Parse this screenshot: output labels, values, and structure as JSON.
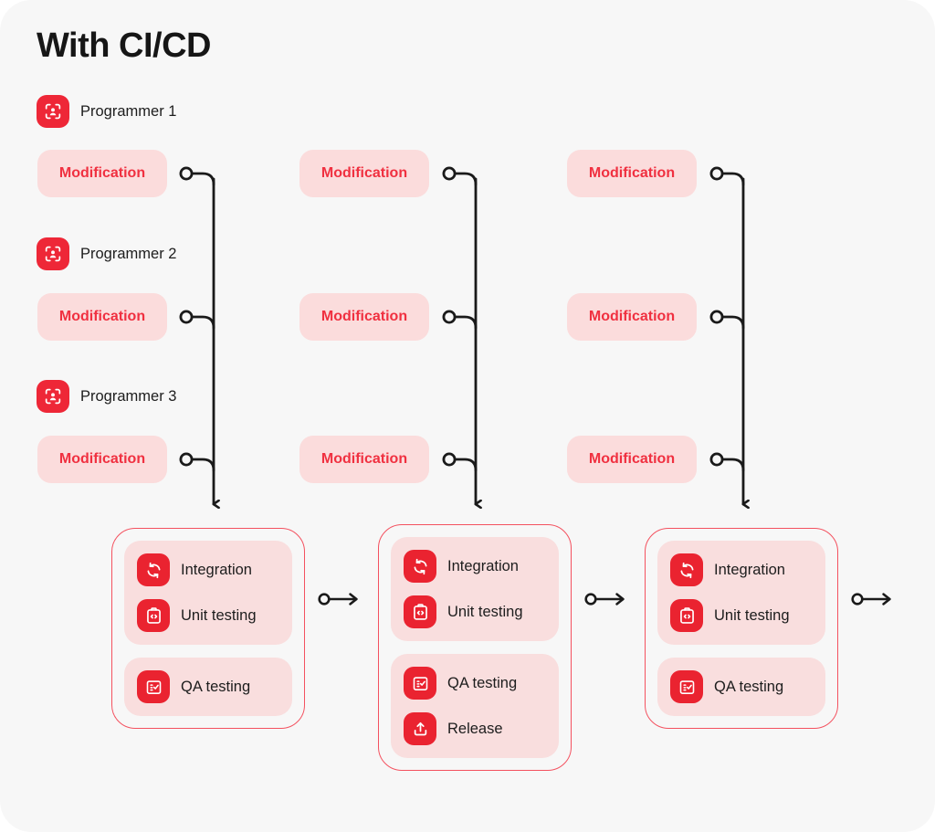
{
  "page": {
    "title": "With CI/CD",
    "background_color": "#f7f7f7",
    "accent_color": "#ee2737",
    "pill_bg_color": "#fbdcdc",
    "pill_text_color": "#f03040",
    "card_border_color": "#f4515f",
    "group_bg_color": "#f9dede",
    "connector_color": "#1a1a1a"
  },
  "programmers": [
    {
      "label": "Programmer 1",
      "icon": "person-scan-icon"
    },
    {
      "label": "Programmer 2",
      "icon": "person-scan-icon"
    },
    {
      "label": "Programmer 3",
      "icon": "person-scan-icon"
    }
  ],
  "modification_label": "Modification",
  "modifications": [
    {
      "row": 1,
      "column": 1,
      "label": "Modification"
    },
    {
      "row": 1,
      "column": 2,
      "label": "Modification"
    },
    {
      "row": 1,
      "column": 3,
      "label": "Modification"
    },
    {
      "row": 2,
      "column": 1,
      "label": "Modification"
    },
    {
      "row": 2,
      "column": 2,
      "label": "Modification"
    },
    {
      "row": 2,
      "column": 3,
      "label": "Modification"
    },
    {
      "row": 3,
      "column": 1,
      "label": "Modification"
    },
    {
      "row": 3,
      "column": 2,
      "label": "Modification"
    },
    {
      "row": 3,
      "column": 3,
      "label": "Modification"
    }
  ],
  "cicd_cards": [
    {
      "index": 1,
      "groups": [
        {
          "items": [
            {
              "label": "Integration",
              "icon": "sync-refresh-icon"
            },
            {
              "label": "Unit testing",
              "icon": "clipboard-code-icon"
            }
          ]
        },
        {
          "items": [
            {
              "label": "QA testing",
              "icon": "clipboard-check-icon"
            }
          ]
        }
      ]
    },
    {
      "index": 2,
      "groups": [
        {
          "items": [
            {
              "label": "Integration",
              "icon": "sync-refresh-icon"
            },
            {
              "label": "Unit testing",
              "icon": "clipboard-code-icon"
            }
          ]
        },
        {
          "items": [
            {
              "label": "QA testing",
              "icon": "clipboard-check-icon"
            },
            {
              "label": "Release",
              "icon": "upload-icon"
            }
          ]
        }
      ]
    },
    {
      "index": 3,
      "groups": [
        {
          "items": [
            {
              "label": "Integration",
              "icon": "sync-refresh-icon"
            },
            {
              "label": "Unit testing",
              "icon": "clipboard-code-icon"
            }
          ]
        },
        {
          "items": [
            {
              "label": "QA testing",
              "icon": "clipboard-check-icon"
            }
          ]
        }
      ]
    }
  ],
  "step_arrows": [
    {
      "index": 1,
      "icon": "circle-arrow-right-icon"
    },
    {
      "index": 2,
      "icon": "circle-arrow-right-icon"
    },
    {
      "index": 3,
      "icon": "circle-arrow-right-icon"
    }
  ]
}
